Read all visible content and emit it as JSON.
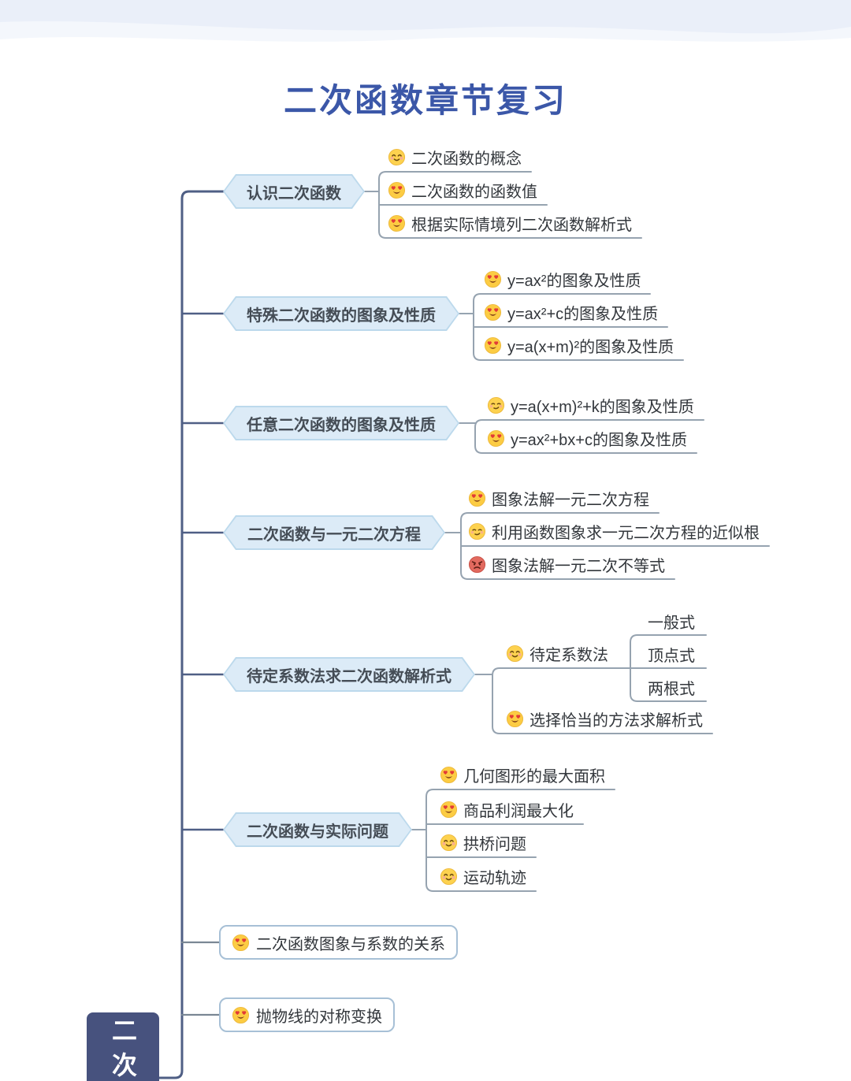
{
  "title": "二次函数章节复习",
  "root": {
    "label": "二次"
  },
  "colors": {
    "title": "#3b57a8",
    "spine": "#4f5f85",
    "child_line": "#96a3b0",
    "hex_fill": "#dcebf7",
    "hex_border": "#bcd9ec",
    "hex_text": "#454d56",
    "box_border": "#a7c0d6",
    "root_fill": "#47527e",
    "wave_band": "#e2e9f6",
    "wave_band_light": "#eef3fb"
  },
  "icons": {
    "smile": "smiling-blush-emoji",
    "smirk": "smirk-emoji",
    "heart": "heart-eyes-emoji",
    "angry": "angry-face-emoji"
  },
  "branches": [
    {
      "style": "hexagon",
      "label": "认识二次函数",
      "children": [
        {
          "icon": "smile",
          "label": "二次函数的概念"
        },
        {
          "icon": "heart",
          "label": "二次函数的函数值"
        },
        {
          "icon": "heart",
          "label": "根据实际情境列二次函数解析式"
        }
      ]
    },
    {
      "style": "hexagon",
      "label": "特殊二次函数的图象及性质",
      "children": [
        {
          "icon": "heart",
          "label": "y=ax²的图象及性质"
        },
        {
          "icon": "heart",
          "label": "y=ax²+c的图象及性质"
        },
        {
          "icon": "heart",
          "label": "y=a(x+m)²的图象及性质"
        }
      ]
    },
    {
      "style": "hexagon",
      "label": "任意二次函数的图象及性质",
      "children": [
        {
          "icon": "smirk",
          "label": "y=a(x+m)²+k的图象及性质"
        },
        {
          "icon": "heart",
          "label": "y=ax²+bx+c的图象及性质"
        }
      ]
    },
    {
      "style": "hexagon",
      "label": "二次函数与一元二次方程",
      "children": [
        {
          "icon": "heart",
          "label": "图象法解一元二次方程"
        },
        {
          "icon": "smirk",
          "label": "利用函数图象求一元二次方程的近似根"
        },
        {
          "icon": "angry",
          "label": "图象法解一元二次不等式"
        }
      ]
    },
    {
      "style": "hexagon",
      "label": "待定系数法求二次函数解析式",
      "children": [
        {
          "icon": "smile",
          "label": "待定系数法",
          "children": [
            {
              "label": "一般式"
            },
            {
              "label": "顶点式"
            },
            {
              "label": "两根式"
            }
          ]
        },
        {
          "icon": "heart",
          "label": "选择恰当的方法求解析式"
        }
      ]
    },
    {
      "style": "hexagon",
      "label": "二次函数与实际问题",
      "children": [
        {
          "icon": "heart",
          "label": "几何图形的最大面积"
        },
        {
          "icon": "heart",
          "label": "商品利润最大化"
        },
        {
          "icon": "smile",
          "label": "拱桥问题"
        },
        {
          "icon": "smile",
          "label": "运动轨迹"
        }
      ]
    },
    {
      "style": "boxed",
      "icon": "heart",
      "label": "二次函数图象与系数的关系"
    },
    {
      "style": "boxed",
      "icon": "heart",
      "label": "抛物线的对称变换"
    }
  ]
}
